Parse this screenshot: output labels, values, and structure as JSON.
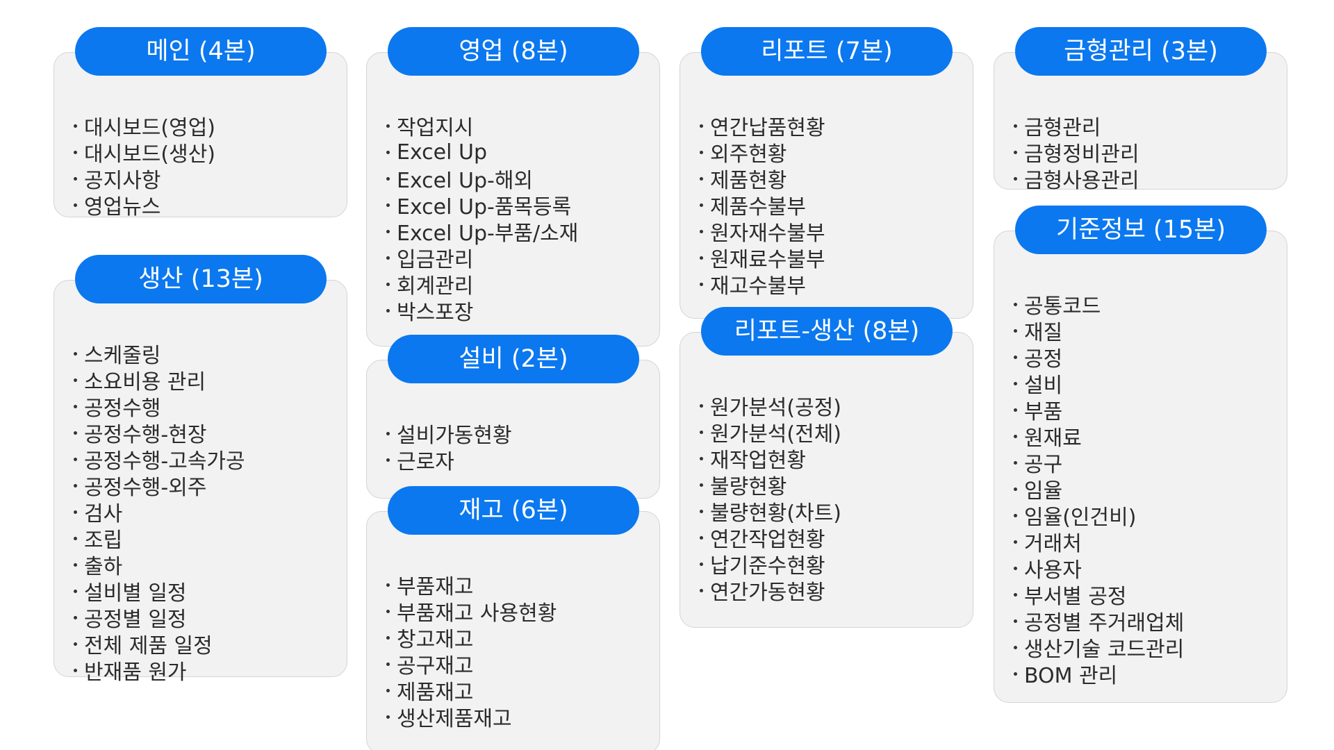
{
  "groups": [
    {
      "title": "메인 (4본)",
      "items": [
        "대시보드(영업)",
        "대시보드(생산)",
        "공지사항",
        "영업뉴스"
      ]
    },
    {
      "title": "생산 (13본)",
      "items": [
        "스케줄링",
        "소요비용 관리",
        "공정수행",
        "공정수행-현장",
        "공정수행-고속가공",
        "공정수행-외주",
        "검사",
        "조립",
        "출하",
        "설비별 일정",
        "공정별 일정",
        "전체 제품 일정",
        "반재품 원가"
      ]
    },
    {
      "title": "영업 (8본)",
      "items": [
        "작업지시",
        "Excel Up",
        "Excel Up-해외",
        "Excel Up-품목등록",
        "Excel Up-부품/소재",
        "입금관리",
        "회계관리",
        "박스포장"
      ]
    },
    {
      "title": "설비 (2본)",
      "items": [
        "설비가동현황",
        "근로자"
      ]
    },
    {
      "title": "재고 (6본)",
      "items": [
        "부품재고",
        "부품재고 사용현황",
        "창고재고",
        "공구재고",
        "제품재고",
        "생산제품재고"
      ]
    },
    {
      "title": "리포트 (7본)",
      "items": [
        "연간납품현황",
        "외주현황",
        "제품현황",
        "제품수불부",
        "원자재수불부",
        "원재료수불부",
        "재고수불부"
      ]
    },
    {
      "title": "리포트-생산 (8본)",
      "items": [
        "원가분석(공정)",
        "원가분석(전체)",
        "재작업현황",
        "불량현황",
        "불량현황(차트)",
        "연간작업현황",
        "납기준수현황",
        "연간가동현황"
      ]
    },
    {
      "title": "금형관리 (3본)",
      "items": [
        "금형관리",
        "금형정비관리",
        "금형사용관리"
      ]
    },
    {
      "title": "기준정보 (15본)",
      "items": [
        "공통코드",
        "재질",
        "공정",
        "설비",
        "부품",
        "원재료",
        "공구",
        "임율",
        "임율(인건비)",
        "거래처",
        "사용자",
        "부서별 공정",
        "공정별 주거래업체",
        "생산기술 코드관리",
        "BOM 관리"
      ]
    }
  ]
}
